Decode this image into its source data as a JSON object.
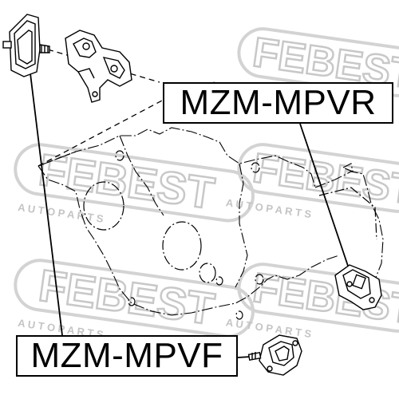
{
  "watermark": {
    "brand": "FEBEST",
    "sub": "A U T O   P A R T S",
    "color": "#cfcfcf"
  },
  "labels": {
    "top_part": "MZM-MPVR",
    "bottom_part": "MZM-MPVF"
  },
  "colors": {
    "line": "#000000",
    "background": "#ffffff"
  }
}
